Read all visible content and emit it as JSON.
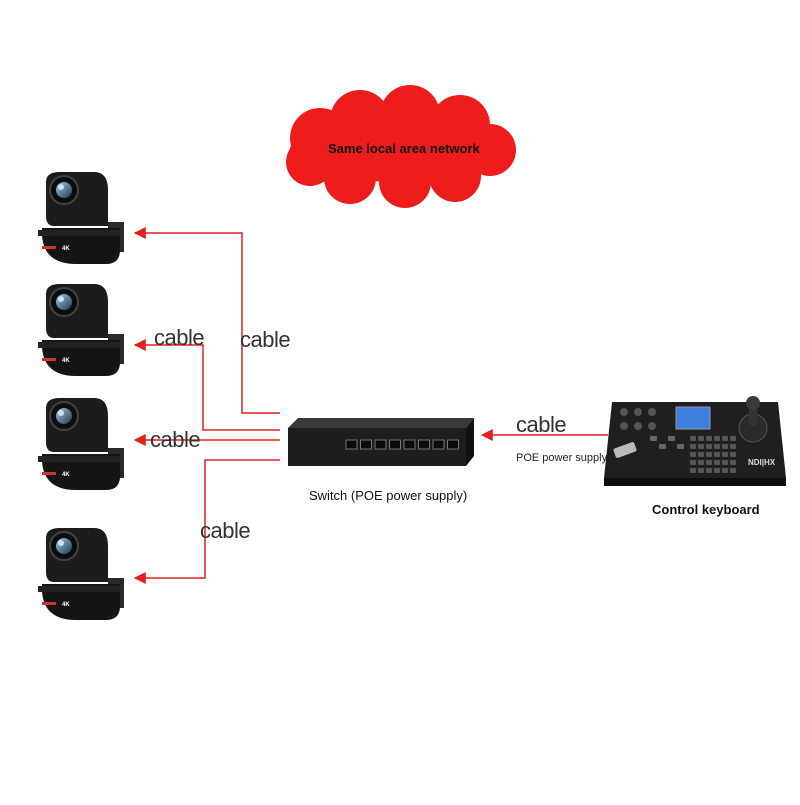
{
  "cloud": {
    "label": "Same local area network",
    "color": "#ef1c1c"
  },
  "switch": {
    "label": "Switch (POE power supply)"
  },
  "keyboard": {
    "label": "Control keyboard",
    "brand": "NDI|HX"
  },
  "cable_labels": [
    "cable",
    "cable",
    "cable",
    "cable",
    "cable"
  ],
  "poe_label": "POE power supply",
  "camera_badge": "4K",
  "colors": {
    "line": "#e02020",
    "device": "#1c1c1c"
  }
}
